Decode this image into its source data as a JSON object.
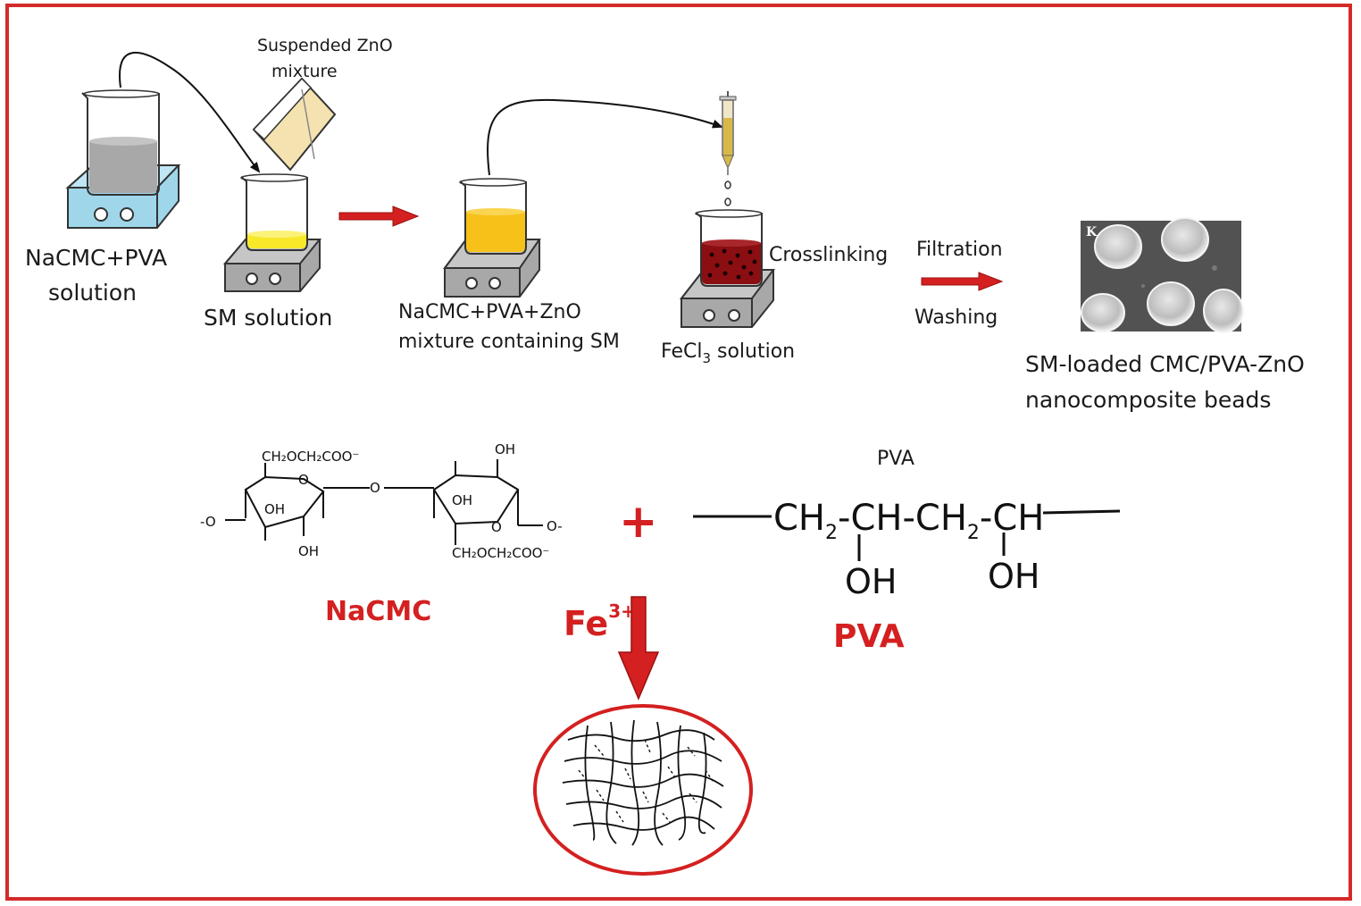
{
  "colors": {
    "frame": "#d42a2a",
    "accent_red": "#d42020",
    "hotplate": "#9fd6ea",
    "stirrer": "#a8a8a8",
    "sm_solution": "#f7e92a",
    "mixture": "#f6c21a",
    "fecl3_solution": "#8a0e12",
    "zno_suspension": "#f4e3b0"
  },
  "top_process": {
    "label_nacmc_pva_1": "NaCMC+PVA",
    "label_nacmc_pva_2": "solution",
    "label_zno_1": "Suspended ZnO",
    "label_zno_2": "mixture",
    "label_sm_solution": "SM solution",
    "label_mixture_1": "NaCMC+PVA+ZnO",
    "label_mixture_2": "mixture containing SM",
    "label_fecl3_a": "FeCl",
    "label_fecl3_sub": "3",
    "label_fecl3_b": " solution",
    "label_crosslinking": "Crosslinking",
    "label_filtration": "Filtration",
    "label_washing": "Washing",
    "micrograph_letter": "K",
    "label_beads_1": "SM-loaded CMC/PVA-ZnO",
    "label_beads_2": "nanocomposite beads"
  },
  "nacmc_structure": {
    "group_top": "CH₂OCH₂COO⁻",
    "group_bottom": "CH₂OCH₂COO⁻",
    "oh_ring1_inner": "OH",
    "oh_ring1_bottom": "OH",
    "oh_ring2_inner": "OH",
    "oh_ring2_top": "OH",
    "ring_o": "O",
    "bridge_o": "O",
    "end_o_left": "-O",
    "end_o_right": "O-",
    "caption": "NaCMC"
  },
  "plus_sign": "+",
  "pva_structure": {
    "title": "PVA",
    "chain_ch2": "CH",
    "sub_2": "2",
    "chain_ch": "CH",
    "dash": "-",
    "oh": "OH",
    "caption": "PVA"
  },
  "crosslinker": {
    "symbol": "Fe",
    "charge": "3+"
  }
}
